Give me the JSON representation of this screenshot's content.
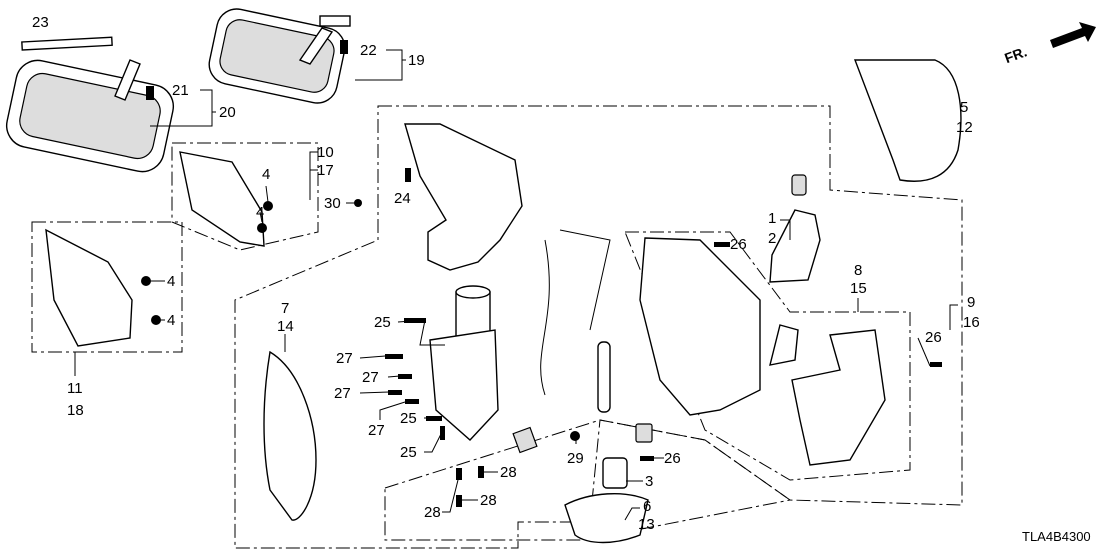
{
  "diagram": {
    "code": "TLA4B4300",
    "direction": "FR.",
    "callouts": {
      "c23": "23",
      "c22": "22",
      "c19": "19",
      "c21": "21",
      "c20": "20",
      "c10": "10",
      "c17": "17",
      "c4a": "4",
      "c4b": "4",
      "c30": "30",
      "c24": "24",
      "c5": "5",
      "c12": "12",
      "c1": "1",
      "c2": "2",
      "c26a": "26",
      "c8": "8",
      "c15": "15",
      "c26b": "26",
      "c9": "9",
      "c16": "16",
      "c4c": "4",
      "c4d": "4",
      "c11": "11",
      "c18": "18",
      "c7": "7",
      "c14": "14",
      "c25a": "25",
      "c27a": "27",
      "c27b": "27",
      "c27c": "27",
      "c27d": "27",
      "c25b": "25",
      "c25c": "25",
      "c29": "29",
      "c26c": "26",
      "c28a": "28",
      "c28b": "28",
      "c28c": "28",
      "c3": "3",
      "c6": "6",
      "c13": "13"
    }
  }
}
